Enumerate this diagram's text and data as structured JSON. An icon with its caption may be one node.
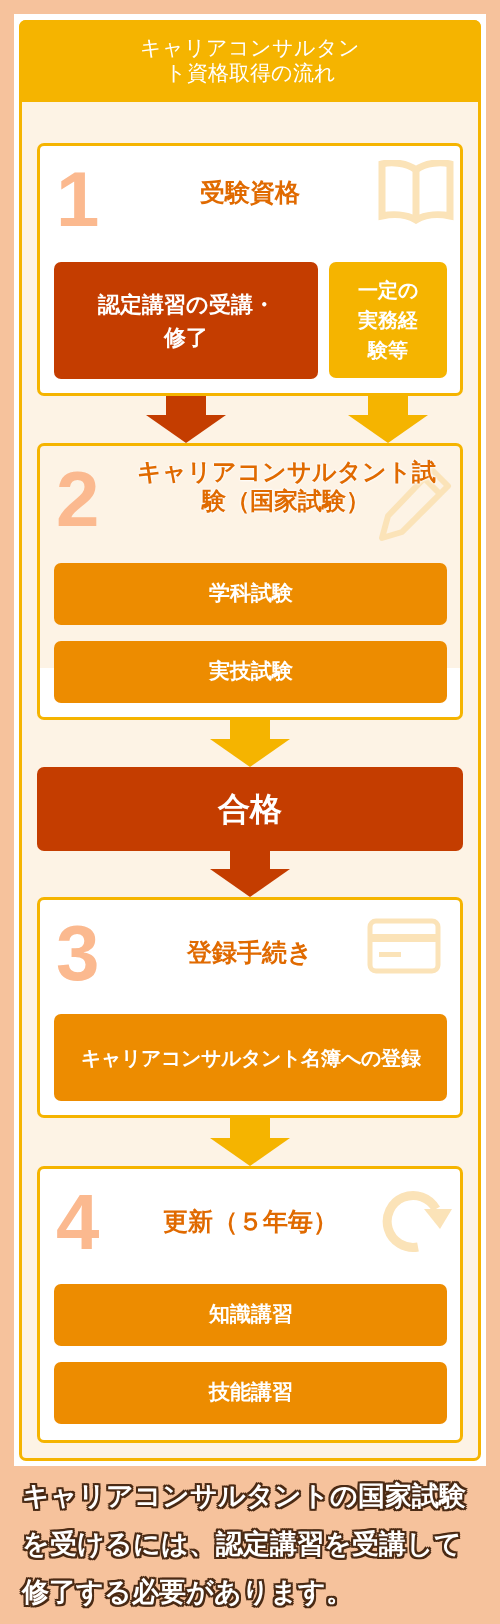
{
  "diagram": {
    "title": "キャリアコンサルタント資格取得の流れ",
    "nodes": [
      {
        "text": [
          "1",
          "受験資格"
        ]
      },
      {
        "text": [
          "認定講習の受講・修了"
        ],
        "in": 0
      },
      {
        "text": [
          "一定の実務経験等"
        ],
        "in": 0
      },
      {
        "text": [
          "2",
          "キャリアコンサルタント試験（国家試験）"
        ]
      },
      {
        "text": [
          "学科試験"
        ],
        "in": 3
      },
      {
        "text": [
          "実技試験"
        ],
        "in": 3
      },
      {
        "text": [
          "合格"
        ]
      },
      {
        "text": [
          "3",
          "登録手続き"
        ]
      },
      {
        "text": [
          "キャリアコンサルタント名簿への登録"
        ],
        "in": 7
      },
      {
        "text": [
          "4",
          "更新（５年毎）"
        ]
      },
      {
        "text": [
          "知識講習"
        ],
        "in": 9
      },
      {
        "text": [
          "技能講習"
        ],
        "in": 9
      }
    ],
    "edges": [
      {
        "from": 1,
        "to": 3,
        "arrow": "to",
        "color": "#c43d00"
      },
      {
        "from": 2,
        "to": 3,
        "arrow": "to"
      },
      {
        "from": 3,
        "to": 6,
        "arrow": "to"
      },
      {
        "from": 6,
        "to": 7,
        "arrow": "to",
        "color": "#c43d00"
      },
      {
        "from": 7,
        "to": 9,
        "arrow": "to"
      }
    ],
    "caption": "キャリアコンサルタントの国家試験を受けるには、認定講習を受講して修了する必要があります。"
  }
}
